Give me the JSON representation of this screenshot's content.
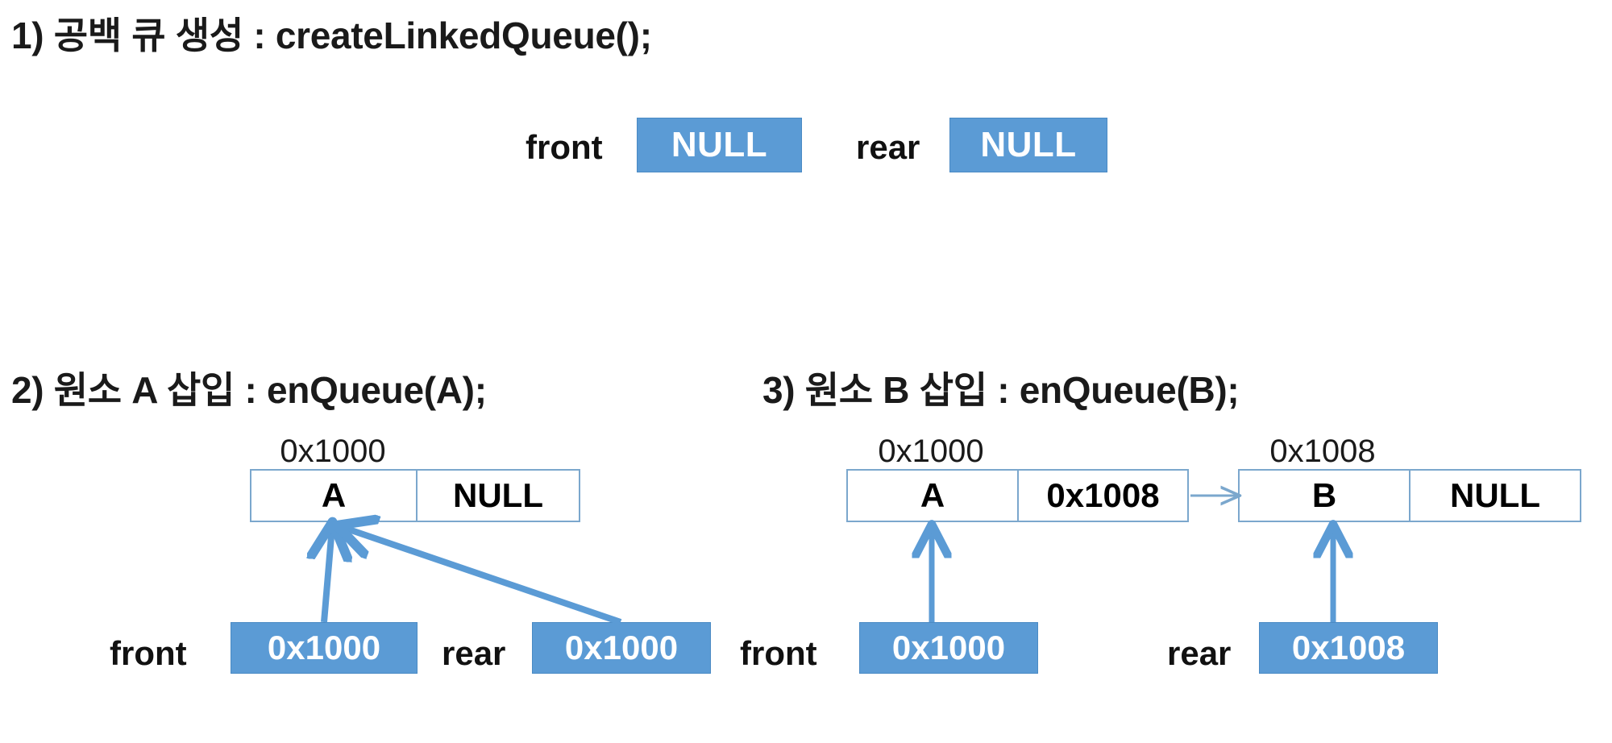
{
  "page": {
    "background": "#ffffff",
    "accent_blue": "#5b9bd5",
    "node_border": "#7ba7cd"
  },
  "sections": {
    "s1": {
      "heading": "1) 공백 큐 생성 : createLinkedQueue();",
      "front_label": "front",
      "front_value": "NULL",
      "rear_label": "rear",
      "rear_value": "NULL"
    },
    "s2": {
      "heading": "2) 원소 A 삽입 : enQueue(A);",
      "node_a": {
        "address_caption": "0x1000",
        "data": "A",
        "link": "NULL"
      },
      "front_label": "front",
      "front_value": "0x1000",
      "rear_label": "rear",
      "rear_value": "0x1000"
    },
    "s3": {
      "heading": "3) 원소 B 삽입 : enQueue(B);",
      "node_a": {
        "address_caption": "0x1000",
        "data": "A",
        "link": "0x1008"
      },
      "node_b": {
        "address_caption": "0x1008",
        "data": "B",
        "link": "NULL"
      },
      "front_label": "front",
      "front_value": "0x1000",
      "rear_label": "rear",
      "rear_value": "0x1008"
    }
  },
  "icons": {
    "pointer_arrow": "arrow-up-icon",
    "link_arrow": "arrow-right-icon"
  }
}
